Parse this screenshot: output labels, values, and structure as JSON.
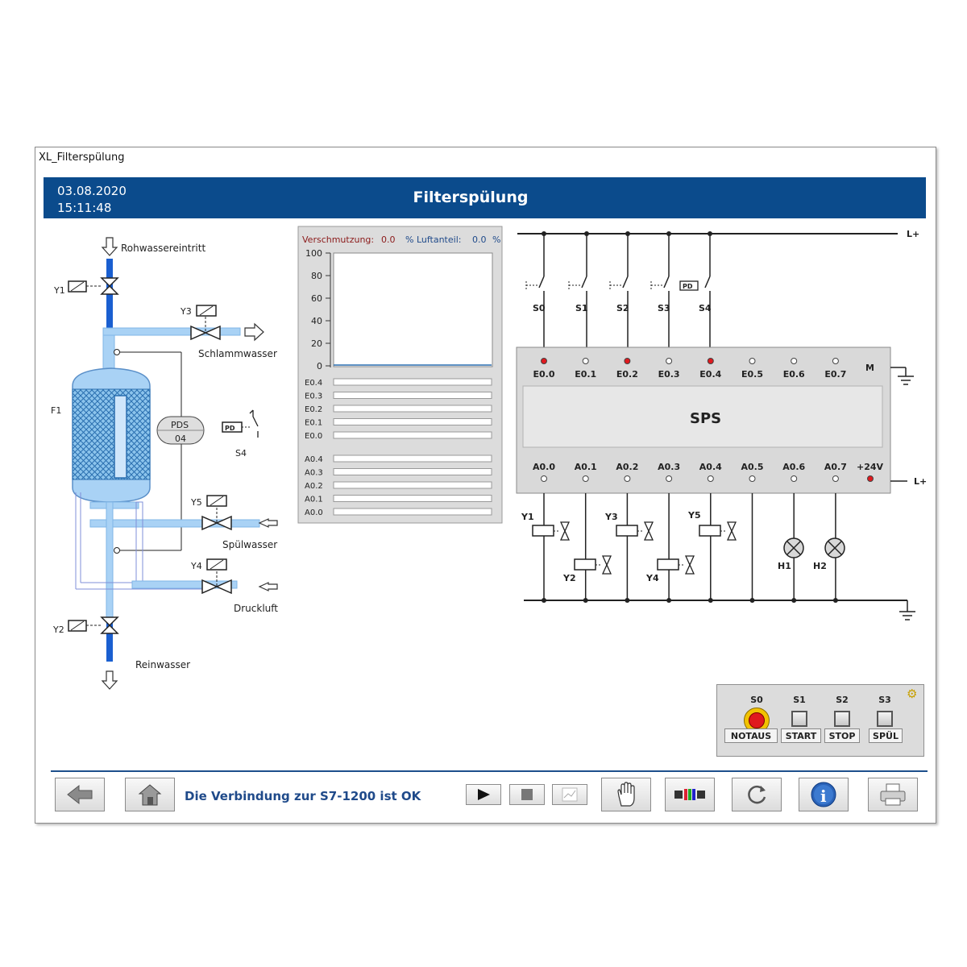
{
  "window": {
    "title": "XL_Filterspülung"
  },
  "header": {
    "date": "03.08.2020",
    "time": "15:11:48",
    "title": "Filterspülung"
  },
  "process": {
    "labels": {
      "raw_inlet": "Rohwassereintritt",
      "sludge": "Schlammwasser",
      "rinse": "Spülwasser",
      "air": "Druckluft",
      "clean": "Reinwasser",
      "filter": "F1",
      "pds_top": "PDS",
      "pds_bottom": "04",
      "s4": "S4",
      "y1": "Y1",
      "y2": "Y2",
      "y3": "Y3",
      "y4": "Y4",
      "y5": "Y5"
    },
    "colors": {
      "water": "#4a90e2",
      "pipe_light": "#a9d2f5",
      "pipe_dark": "#1a5fd0"
    }
  },
  "chart_panel": {
    "pollution_label": "Verschmutzung:",
    "pollution_value": "0.0",
    "air_label": "% Luftanteil:",
    "air_value": "0.0",
    "percent": "%",
    "y_ticks": [
      "100",
      "80",
      "60",
      "40",
      "20",
      "0"
    ],
    "inputs": [
      "E0.4",
      "E0.3",
      "E0.2",
      "E0.1",
      "E0.0"
    ],
    "outputs": [
      "A0.4",
      "A0.3",
      "A0.2",
      "A0.1",
      "A0.0"
    ]
  },
  "plc": {
    "title": "SPS",
    "l_plus": "L+",
    "m": "M",
    "plus24": "+24V",
    "switches": [
      "S0",
      "S1",
      "S2",
      "S3",
      "S4"
    ],
    "inputs": [
      {
        "name": "E0.0",
        "active": true
      },
      {
        "name": "E0.1",
        "active": false
      },
      {
        "name": "E0.2",
        "active": true
      },
      {
        "name": "E0.3",
        "active": false
      },
      {
        "name": "E0.4",
        "active": true
      },
      {
        "name": "E0.5",
        "active": false
      },
      {
        "name": "E0.6",
        "active": false
      },
      {
        "name": "E0.7",
        "active": false
      }
    ],
    "outputs": [
      {
        "name": "A0.0",
        "active": false
      },
      {
        "name": "A0.1",
        "active": false
      },
      {
        "name": "A0.2",
        "active": false
      },
      {
        "name": "A0.3",
        "active": false
      },
      {
        "name": "A0.4",
        "active": false
      },
      {
        "name": "A0.5",
        "active": false
      },
      {
        "name": "A0.6",
        "active": false
      },
      {
        "name": "A0.7",
        "active": false
      }
    ],
    "loads": [
      "Y1",
      "Y2",
      "Y3",
      "Y4",
      "Y5",
      "H1",
      "H2"
    ],
    "led_on_color": "#e0191e"
  },
  "control_panel": {
    "labels": [
      "S0",
      "S1",
      "S2",
      "S3"
    ],
    "buttons": [
      "NOTAUS",
      "START",
      "STOP",
      "SPÜL"
    ]
  },
  "toolbar": {
    "status": "Die Verbindung zur S7-1200 ist OK",
    "icons": [
      "back-arrow-icon",
      "home-icon",
      "play-icon",
      "stop-icon",
      "trend-icon",
      "hand-icon",
      "io-icon",
      "refresh-icon",
      "info-icon",
      "printer-icon"
    ]
  }
}
